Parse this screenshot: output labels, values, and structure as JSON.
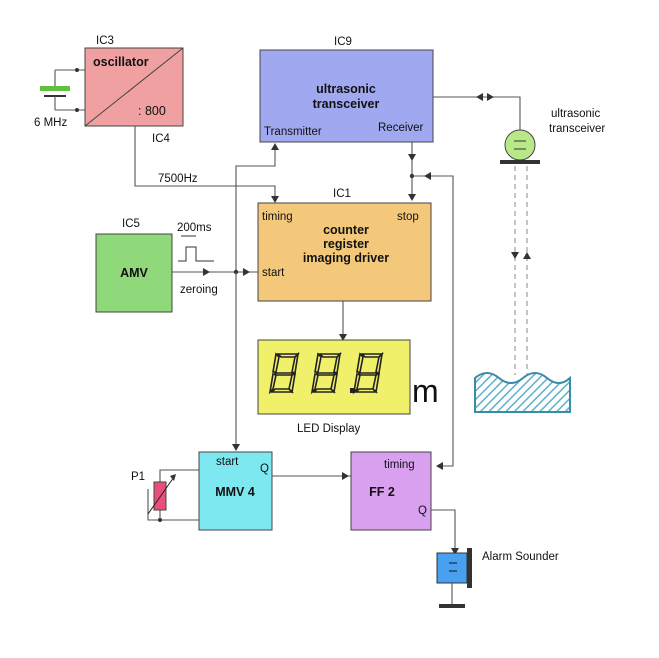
{
  "colors": {
    "oscillator": "#f0a0a0",
    "transceiver_block": "#a0a8f0",
    "counter_block": "#f4c87a",
    "amv_block": "#8fd97a",
    "display_block": "#f0f06a",
    "mmv_block": "#7ee8f0",
    "ff_block": "#d9a0ef",
    "alarm": "#4aa0f0",
    "water": "#5ab0c8",
    "sensor": "#b8e888",
    "resistor": "#e8507a",
    "battery": "#60c040",
    "segment_off": "#f0f06a",
    "segment_on": "#222222"
  },
  "ic3": {
    "tag": "IC3",
    "title": "oscillator",
    "ratio": ": 800"
  },
  "ic4": {
    "tag": "IC4"
  },
  "crystal": {
    "label": "6 MHz"
  },
  "ic9": {
    "tag": "IC9",
    "line1": "ultrasonic",
    "line2": "transceiver",
    "tx": "Transmitter",
    "rx": "Receiver"
  },
  "ic1": {
    "tag": "IC1",
    "line1": "counter",
    "line2": "register",
    "line3": "imaging driver",
    "timing": "timing",
    "stop": "stop",
    "start": "start"
  },
  "signal": {
    "freq": "7500Hz",
    "pulse": "200ms",
    "zeroing": "zeroing"
  },
  "ic5": {
    "tag": "IC5",
    "title": "AMV"
  },
  "display": {
    "digits": "88.8",
    "unit": "m",
    "caption": "LED Display"
  },
  "sensor": {
    "line1": "ultrasonic",
    "line2": "transceiver"
  },
  "mmv": {
    "title": "MMV 4",
    "start": "start",
    "q": "Q"
  },
  "ff": {
    "title": "FF 2",
    "timing": "timing",
    "q": "Q"
  },
  "pot": {
    "label": "P1"
  },
  "alarm": {
    "label": "Alarm Sounder"
  }
}
